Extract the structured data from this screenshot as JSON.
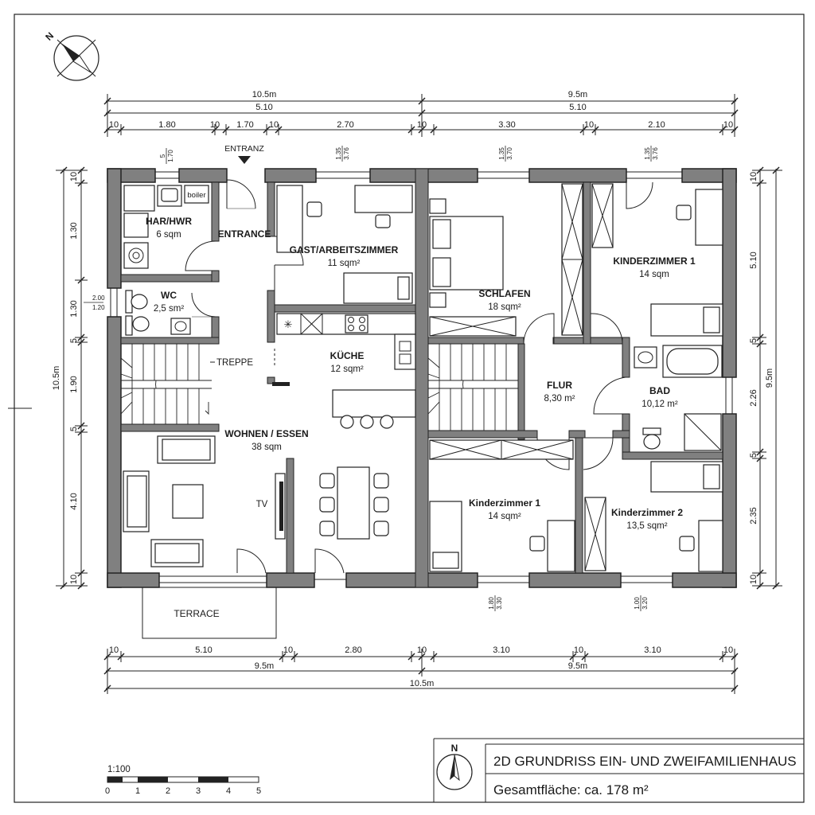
{
  "title_block": {
    "title": "2D GRUNDRISS EIN- UND ZWEIFAMILIENHAUS",
    "area_label": "Gesamtfläche: ca. 178 m²"
  },
  "scale": {
    "label": "1:100",
    "ticks": [
      "0",
      "1",
      "2",
      "3",
      "4",
      "5"
    ]
  },
  "north": {
    "label": "N"
  },
  "labels": {
    "entranz": "ENTRANZ",
    "treppe": "TREPPE",
    "tv": "TV",
    "terrace": "TERRACE",
    "boiler": "boiler"
  },
  "rooms": [
    {
      "key": "har",
      "name": "HAR/HWR",
      "area": "6 sqm"
    },
    {
      "key": "wc",
      "name": "WC",
      "area": "2,5 sm²"
    },
    {
      "key": "entrance",
      "name": "ENTRANCE",
      "area": ""
    },
    {
      "key": "gast",
      "name": "GAST/ARBEITSZIMMER",
      "area": "11 sqm²"
    },
    {
      "key": "kueche",
      "name": "KÜCHE",
      "area": "12 sqm²"
    },
    {
      "key": "wohnen",
      "name": "WOHNEN / ESSEN",
      "area": "38 sqm"
    },
    {
      "key": "schlafen",
      "name": "SCHLAFEN",
      "area": "18 sqm²"
    },
    {
      "key": "kinder1_top",
      "name": "KINDERZIMMER 1",
      "area": "14 sqm"
    },
    {
      "key": "flur",
      "name": "FLUR",
      "area": "8,30 m²"
    },
    {
      "key": "bad",
      "name": "BAD",
      "area": "10,12 m²"
    },
    {
      "key": "kinder1_bottom",
      "name": "Kinderzimmer 1",
      "area": "14 sqm²"
    },
    {
      "key": "kinder2",
      "name": "Kinderzimmer 2",
      "area": "13,5 sqm²"
    }
  ],
  "dimensions": {
    "top_row1": [
      "10.5m",
      "9.5m"
    ],
    "top_row2": [
      "5.10",
      "5.10"
    ],
    "top_row3": [
      "10",
      "1.80",
      "10",
      "1.70",
      "10",
      "2.70",
      "10",
      "3.30",
      "10",
      "2.10",
      "10"
    ],
    "bottom_row1": [
      "10",
      "5.10",
      "10",
      "2.80",
      "10",
      "3.10",
      "10",
      "3.10",
      "10"
    ],
    "bottom_row2": [
      "9.5m",
      "9.5m"
    ],
    "bottom_row3": [
      "10.5m"
    ],
    "left_total": "10.5m",
    "left_segments": [
      "10",
      "1.30",
      "1.30",
      "5",
      "1.90",
      "5",
      "4.10",
      "10"
    ],
    "left_window": [
      "2.00",
      "1.20"
    ],
    "right_total": "9.5m",
    "right_segments": [
      "10",
      "5.10",
      "5",
      "2.26",
      "5",
      "2.35",
      "10"
    ],
    "window_top": [
      {
        "a": "5",
        "b": "1.70"
      },
      {
        "a": "1.35",
        "b": "3.76"
      },
      {
        "a": "1.35",
        "b": "3.70"
      },
      {
        "a": "1.35",
        "b": "3.76"
      }
    ],
    "window_bottom": [
      {
        "a": "1.80",
        "b": "3.30"
      },
      {
        "a": "1.00",
        "b": "3.20"
      }
    ]
  },
  "colors": {
    "wall": "#808080",
    "line": "#222222"
  }
}
